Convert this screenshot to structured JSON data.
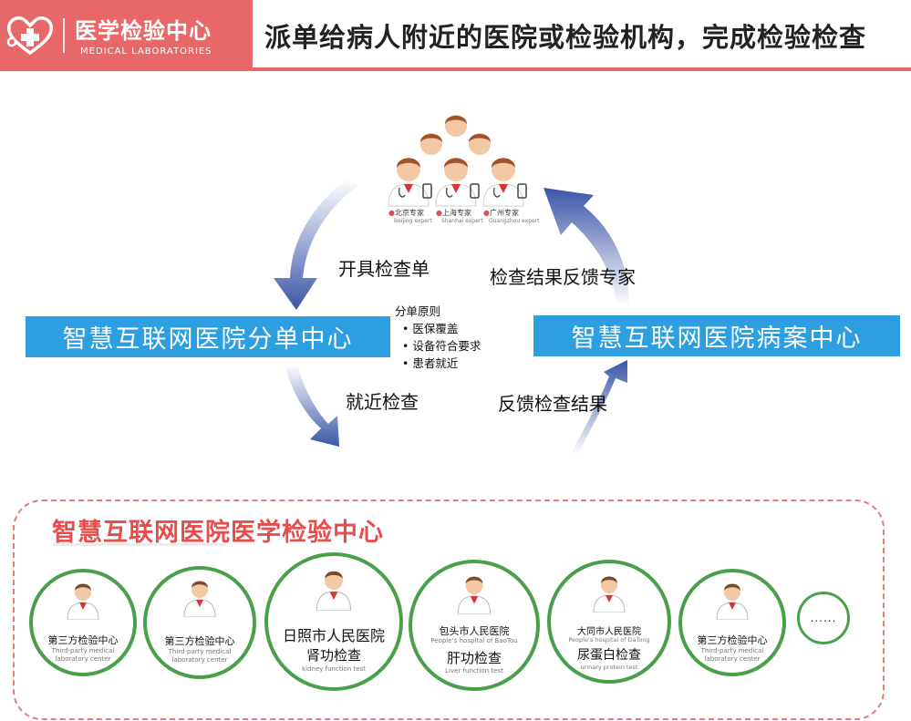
{
  "header": {
    "logo_cn": "医学检验中心",
    "logo_en": "MEDICAL LABORATORIES",
    "headline": "派单给病人附近的医院或检验机构，完成检验检查",
    "accent_color": "#e8686a"
  },
  "experts": [
    {
      "city": "北京专家",
      "en": "Beijing expert"
    },
    {
      "city": "上海专家",
      "en": "Shanhai expert"
    },
    {
      "city": "广州专家",
      "en": "Guangzhou expert"
    }
  ],
  "flow": {
    "issue_order": "开具检查单",
    "feedback_expert": "检查结果反馈专家",
    "nearby_check": "就近检查",
    "feedback_result": "反馈检查结果",
    "dispatch_center": "智慧互联网医院分单中心",
    "record_center": "智慧互联网医院病案中心",
    "rules_title": "分单原则",
    "rules": [
      "医保覆盖",
      "设备符合要求",
      "患者就近"
    ],
    "box_color": "#2d9fe0",
    "arrow_color": "#3a55a8"
  },
  "lab": {
    "title": "智慧互联网医院医学检验中心",
    "ellipsis": "......",
    "border_color": "#4aa04a",
    "items": [
      {
        "name": "第三方检验中心",
        "en1": "Third-party medical",
        "en2": "laboratory center"
      },
      {
        "name": "第三方检验中心",
        "en1": "Third-party medical",
        "en2": "laboratory center"
      },
      {
        "name": "日照市人民医院",
        "test": "肾功检查",
        "en": "kidney function test"
      },
      {
        "name": "包头市人民医院",
        "en1": "People’s hospital of BaoTou",
        "test": "肝功检查",
        "en": "Liver function test"
      },
      {
        "name": "大同市人民医院",
        "en1": "People’s hospital of DaTong",
        "test": "尿蛋白检查",
        "en": "urinary protein test"
      },
      {
        "name": "第三方检验中心",
        "en1": "Third-party medical",
        "en2": "laboratory center"
      }
    ]
  }
}
